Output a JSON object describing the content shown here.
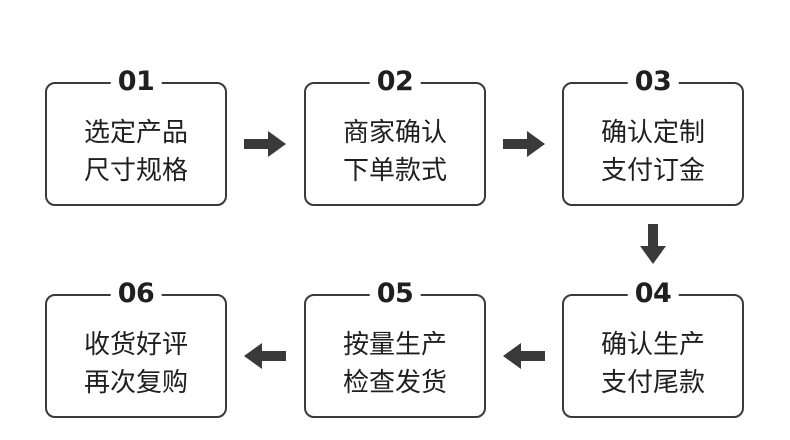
{
  "steps": [
    {
      "num": "01",
      "line1": "选定产品",
      "line2": "尺寸规格"
    },
    {
      "num": "02",
      "line1": "商家确认",
      "line2": "下单款式"
    },
    {
      "num": "03",
      "line1": "确认定制",
      "line2": "支付订金"
    },
    {
      "num": "04",
      "line1": "确认生产",
      "line2": "支付尾款"
    },
    {
      "num": "05",
      "line1": "按量生产",
      "line2": "检查发货"
    },
    {
      "num": "06",
      "line1": "收货好评",
      "line2": "再次复购"
    }
  ],
  "colors": {
    "border": "#3a3a3a",
    "text": "#1f1f1f",
    "arrow": "#3a3a3a"
  }
}
